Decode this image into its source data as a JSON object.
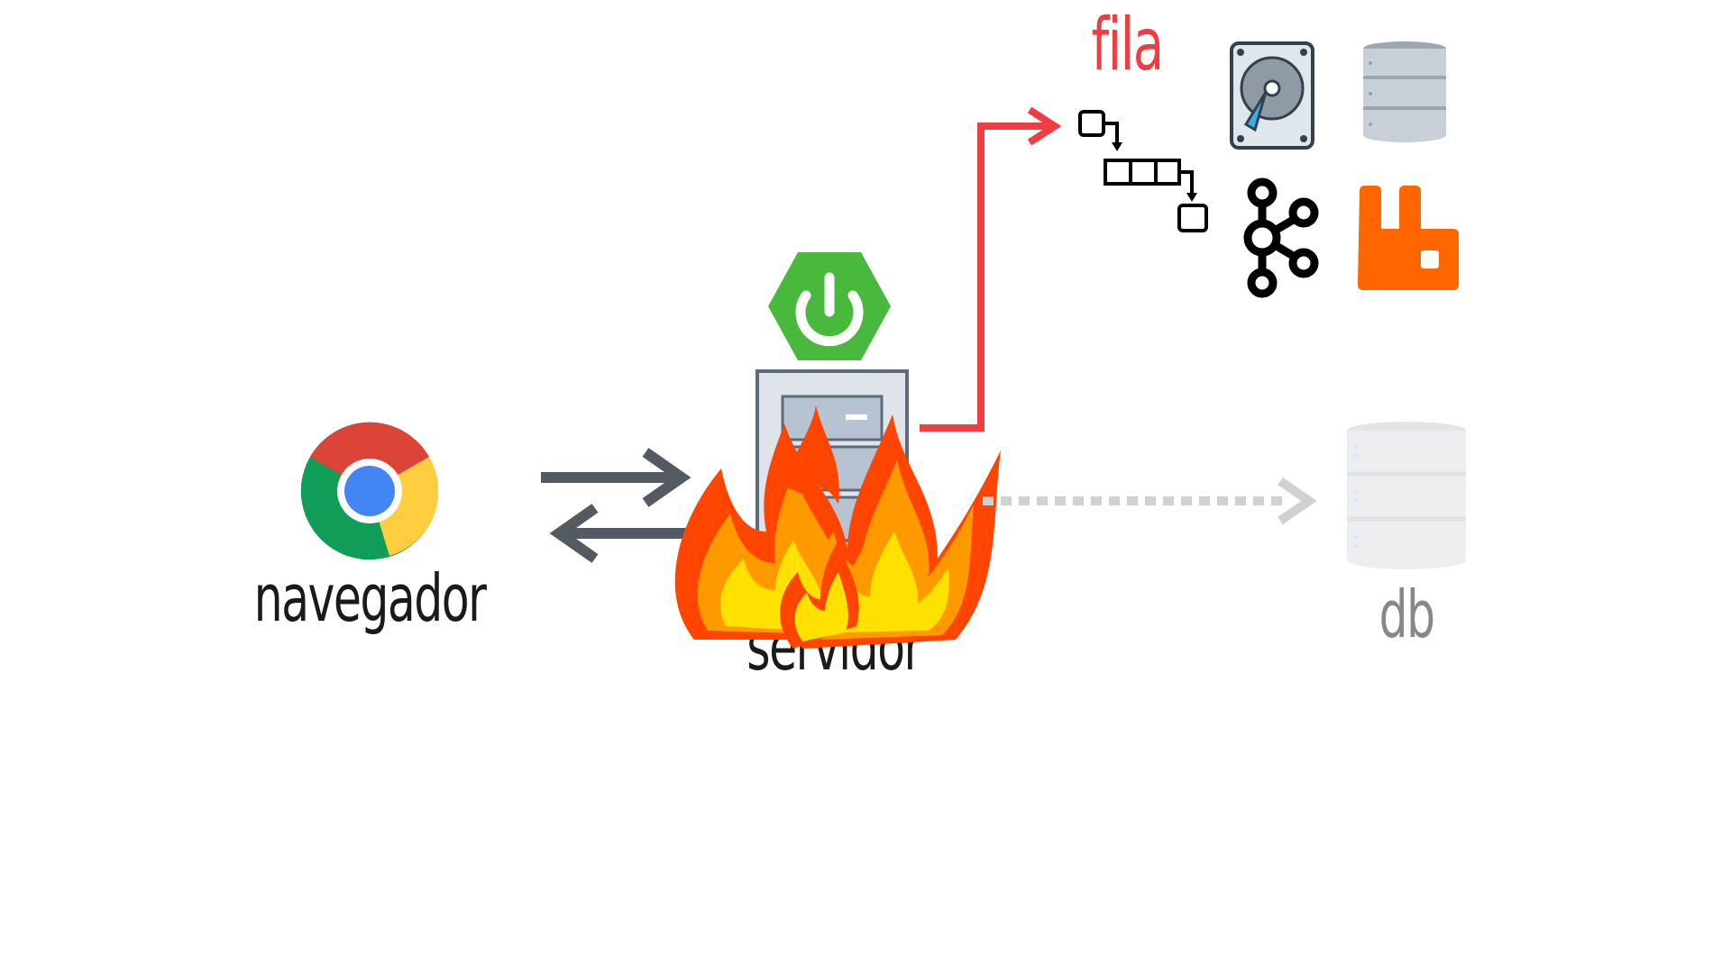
{
  "labels": {
    "browser": "navegador",
    "server": "servidor",
    "queue": "fila",
    "database": "db"
  },
  "colors": {
    "queue_arrow": "#ef3e42",
    "queue_label": "#ef3e42",
    "main_arrows": "#545a61",
    "db_arrow": "#cfd1d3",
    "db_label": "#888888",
    "spring": "#49b93e",
    "rabbitmq": "#ff6600"
  },
  "icons": [
    "chrome-icon",
    "spring-icon",
    "server-rack-icon",
    "fire-icon",
    "queue-diagram-icon",
    "hard-disk-icon",
    "database-stack-icon",
    "kafka-icon",
    "rabbitmq-icon",
    "database-faded-icon"
  ]
}
